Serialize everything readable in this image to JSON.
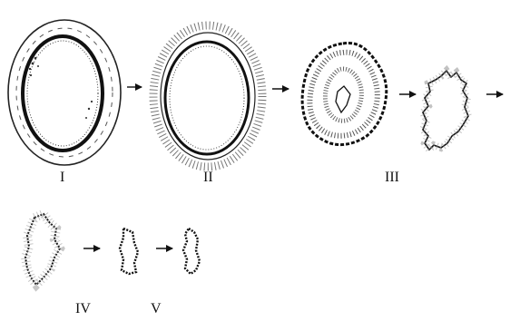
{
  "labels": {
    "stage1": "I",
    "stage2": "II",
    "stage3": "III",
    "stage4": "IV",
    "stage5": "V"
  },
  "icons": {
    "arrow": "right-arrow-icon"
  }
}
